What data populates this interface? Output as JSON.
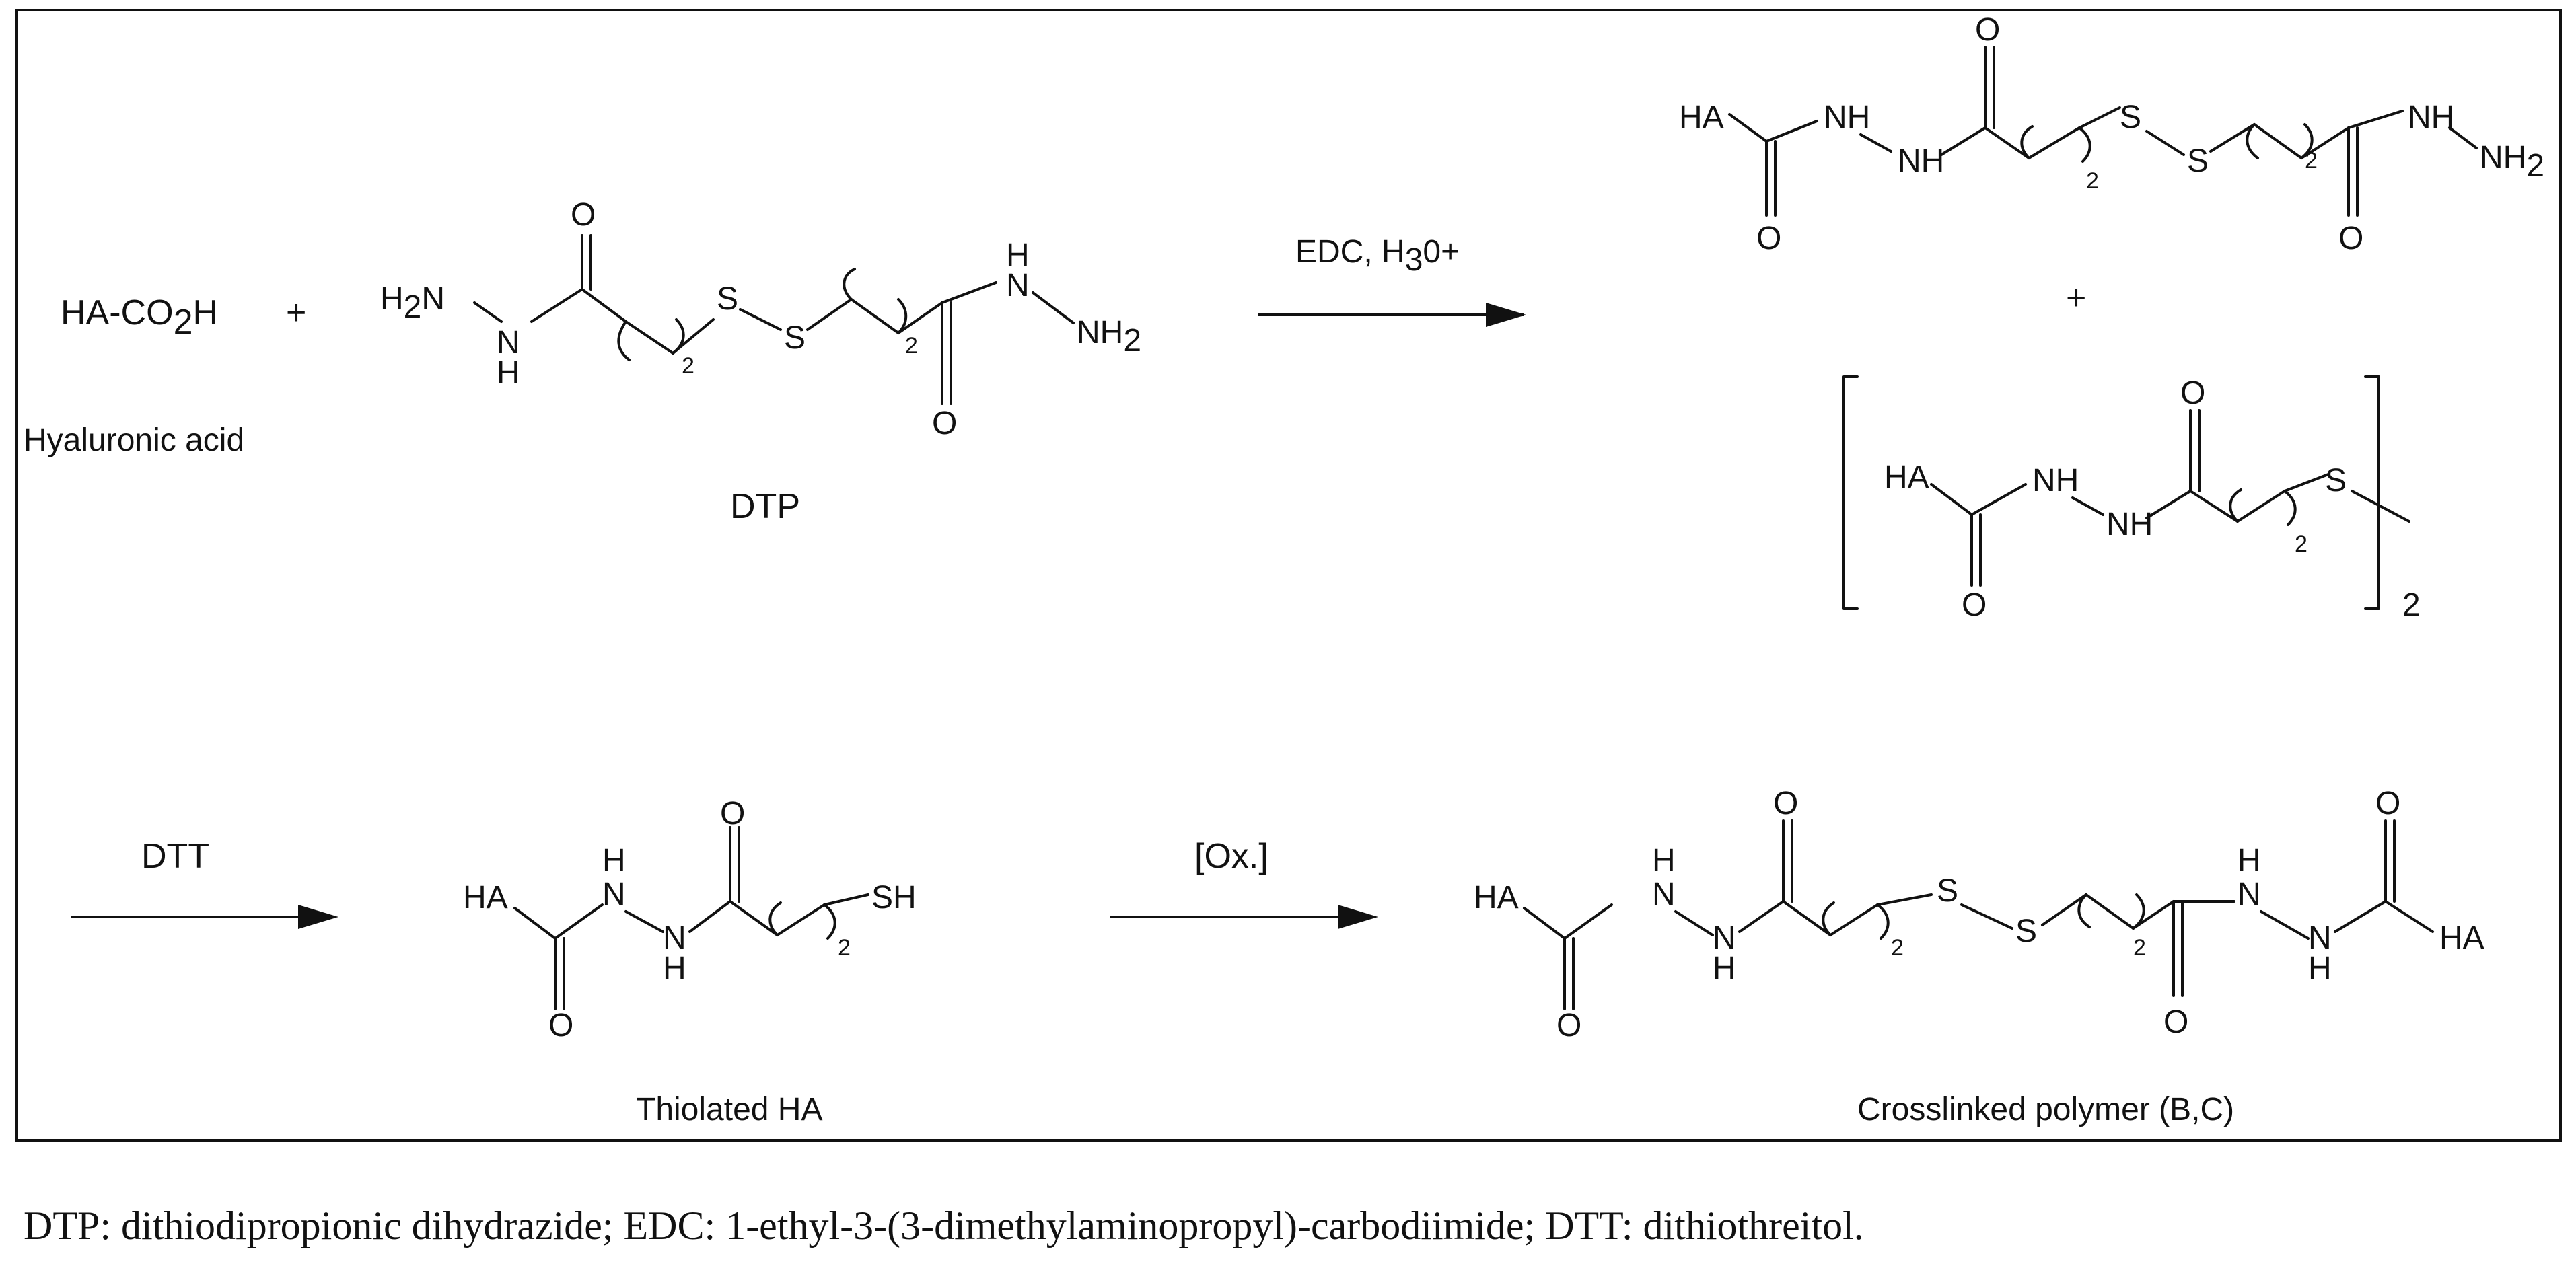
{
  "reactants": {
    "ha_formula": "HA-CO",
    "ha_formula_sub": "2",
    "ha_formula_end": "H",
    "ha_name": "Hyaluronic acid",
    "plus": "+",
    "dtp_label": "DTP"
  },
  "step1": {
    "reagent": "EDC, H",
    "reagent_sub": "3",
    "reagent_end": "0+"
  },
  "products1": {
    "plus": "+",
    "bracket_multiplier": "2"
  },
  "step2": {
    "reagent": "DTT"
  },
  "step3": {
    "reagent": "[Ox.]"
  },
  "labels": {
    "thiolated": "Thiolated HA",
    "crosslinked": "Crosslinked polymer (B,C)"
  },
  "atoms": {
    "O": "O",
    "S": "S",
    "H": "H",
    "N": "N",
    "NH": "NH",
    "NH2": "NH",
    "NH2_sub": "2",
    "H2N_H": "H",
    "H2N_sub": "2",
    "H2N_N": "N",
    "HA": "HA",
    "SH": "SH",
    "repeat": "2"
  },
  "caption": "DTP: dithiodipropionic dihydrazide; EDC: 1-ethyl-3-(3-dimethylaminopropyl)-carbodiimide; DTT: dithiothreitol."
}
